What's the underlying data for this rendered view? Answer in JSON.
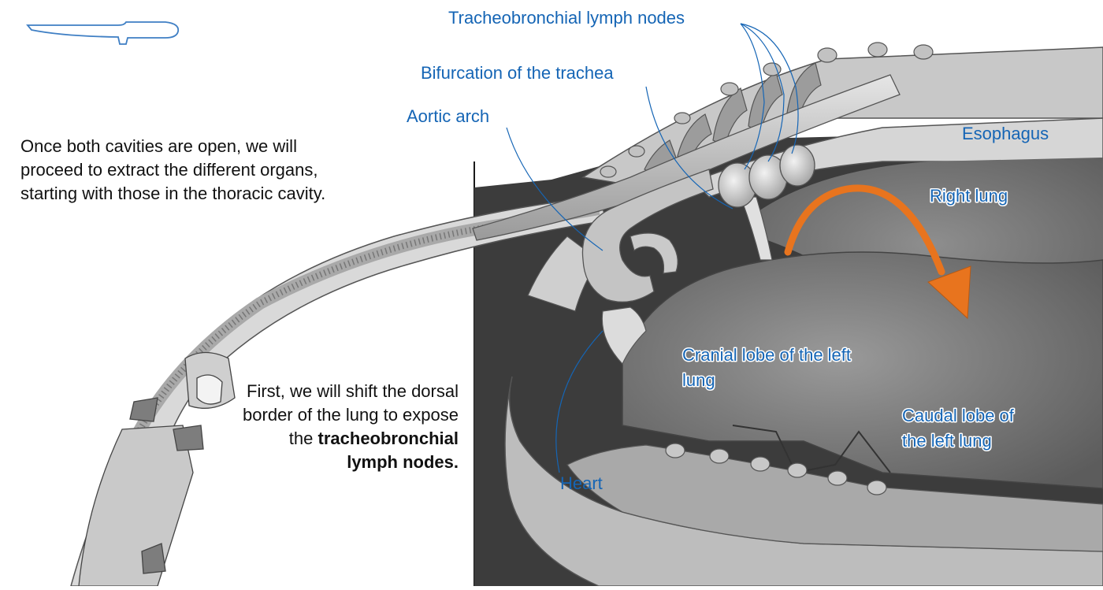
{
  "intro_text": "Once both cavities are open, we will proceed to extract the different organs, starting with those in the thoracic cavity.",
  "step_text": {
    "lead": "First, we will shift the dorsal border of the lung to expose the",
    "bold": "tracheobronchial lymph nodes."
  },
  "labels": {
    "tracheobronchial_lymph_nodes": "Tracheobronchial lymph nodes",
    "bifurcation": "Bifurcation of the trachea",
    "aortic_arch": "Aortic arch",
    "esophagus": "Esophagus",
    "right_lung": "Right lung",
    "cranial_lobe_line1": "Cranial lobe of the left",
    "cranial_lobe_line2": "lung",
    "caudal_lobe_line1": "Caudal lobe of",
    "caudal_lobe_line2": "the left lung",
    "heart": "Heart"
  },
  "icons": {
    "knife": "knife-icon",
    "arrow": "curved-arrow-icon"
  },
  "colors": {
    "label_blue": "#1565b5",
    "arrow_orange": "#e8741e",
    "text_dark": "#111111"
  }
}
